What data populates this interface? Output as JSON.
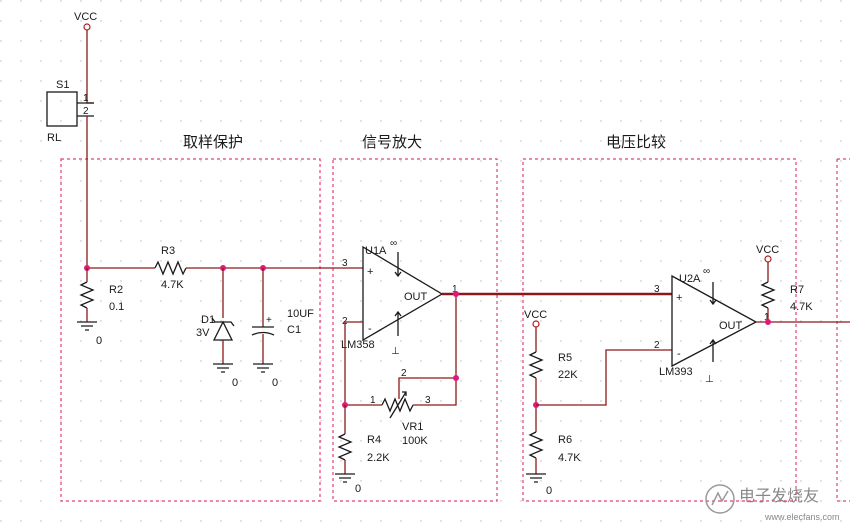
{
  "sections": {
    "sampling_protection": "取样保护",
    "signal_amplify": "信号放大",
    "voltage_compare": "电压比较"
  },
  "supply": {
    "vcc_top": "VCC",
    "vcc_r5": "VCC",
    "vcc_r7": "VCC"
  },
  "switch": {
    "ref": "S1",
    "name": "RL",
    "pin1": "1",
    "pin2": "2"
  },
  "r2": {
    "ref": "R2",
    "value": "0.1",
    "gnd": "0"
  },
  "r3": {
    "ref": "R3",
    "value": "4.7K"
  },
  "d1": {
    "ref": "D1",
    "value": "3V",
    "gnd": "0"
  },
  "c1": {
    "ref": "C1",
    "value": "10UF",
    "gnd": "0"
  },
  "u1": {
    "ref": "U1A",
    "part": "LM358",
    "mark": "∞",
    "in_plus_pin": "3",
    "in_minus_pin": "2",
    "out_pin": "1",
    "plus": "+",
    "minus": "-",
    "out": "OUT"
  },
  "vr1": {
    "ref": "VR1",
    "value": "100K",
    "pin1": "1",
    "pin2": "2",
    "pin3": "3"
  },
  "r4": {
    "ref": "R4",
    "value": "2.2K",
    "gnd": "0"
  },
  "r5": {
    "ref": "R5",
    "value": "22K"
  },
  "r6": {
    "ref": "R6",
    "value": "4.7K",
    "gnd": "0"
  },
  "u2": {
    "ref": "U2A",
    "part": "LM393",
    "mark": "∞",
    "in_plus_pin": "3",
    "in_minus_pin": "2",
    "out_pin": "1",
    "plus": "+",
    "minus": "-",
    "out": "OUT"
  },
  "r7": {
    "ref": "R7",
    "value": "4.7K"
  },
  "watermark": "电子发烧友",
  "watermark_url": "www.elecfans.com"
}
